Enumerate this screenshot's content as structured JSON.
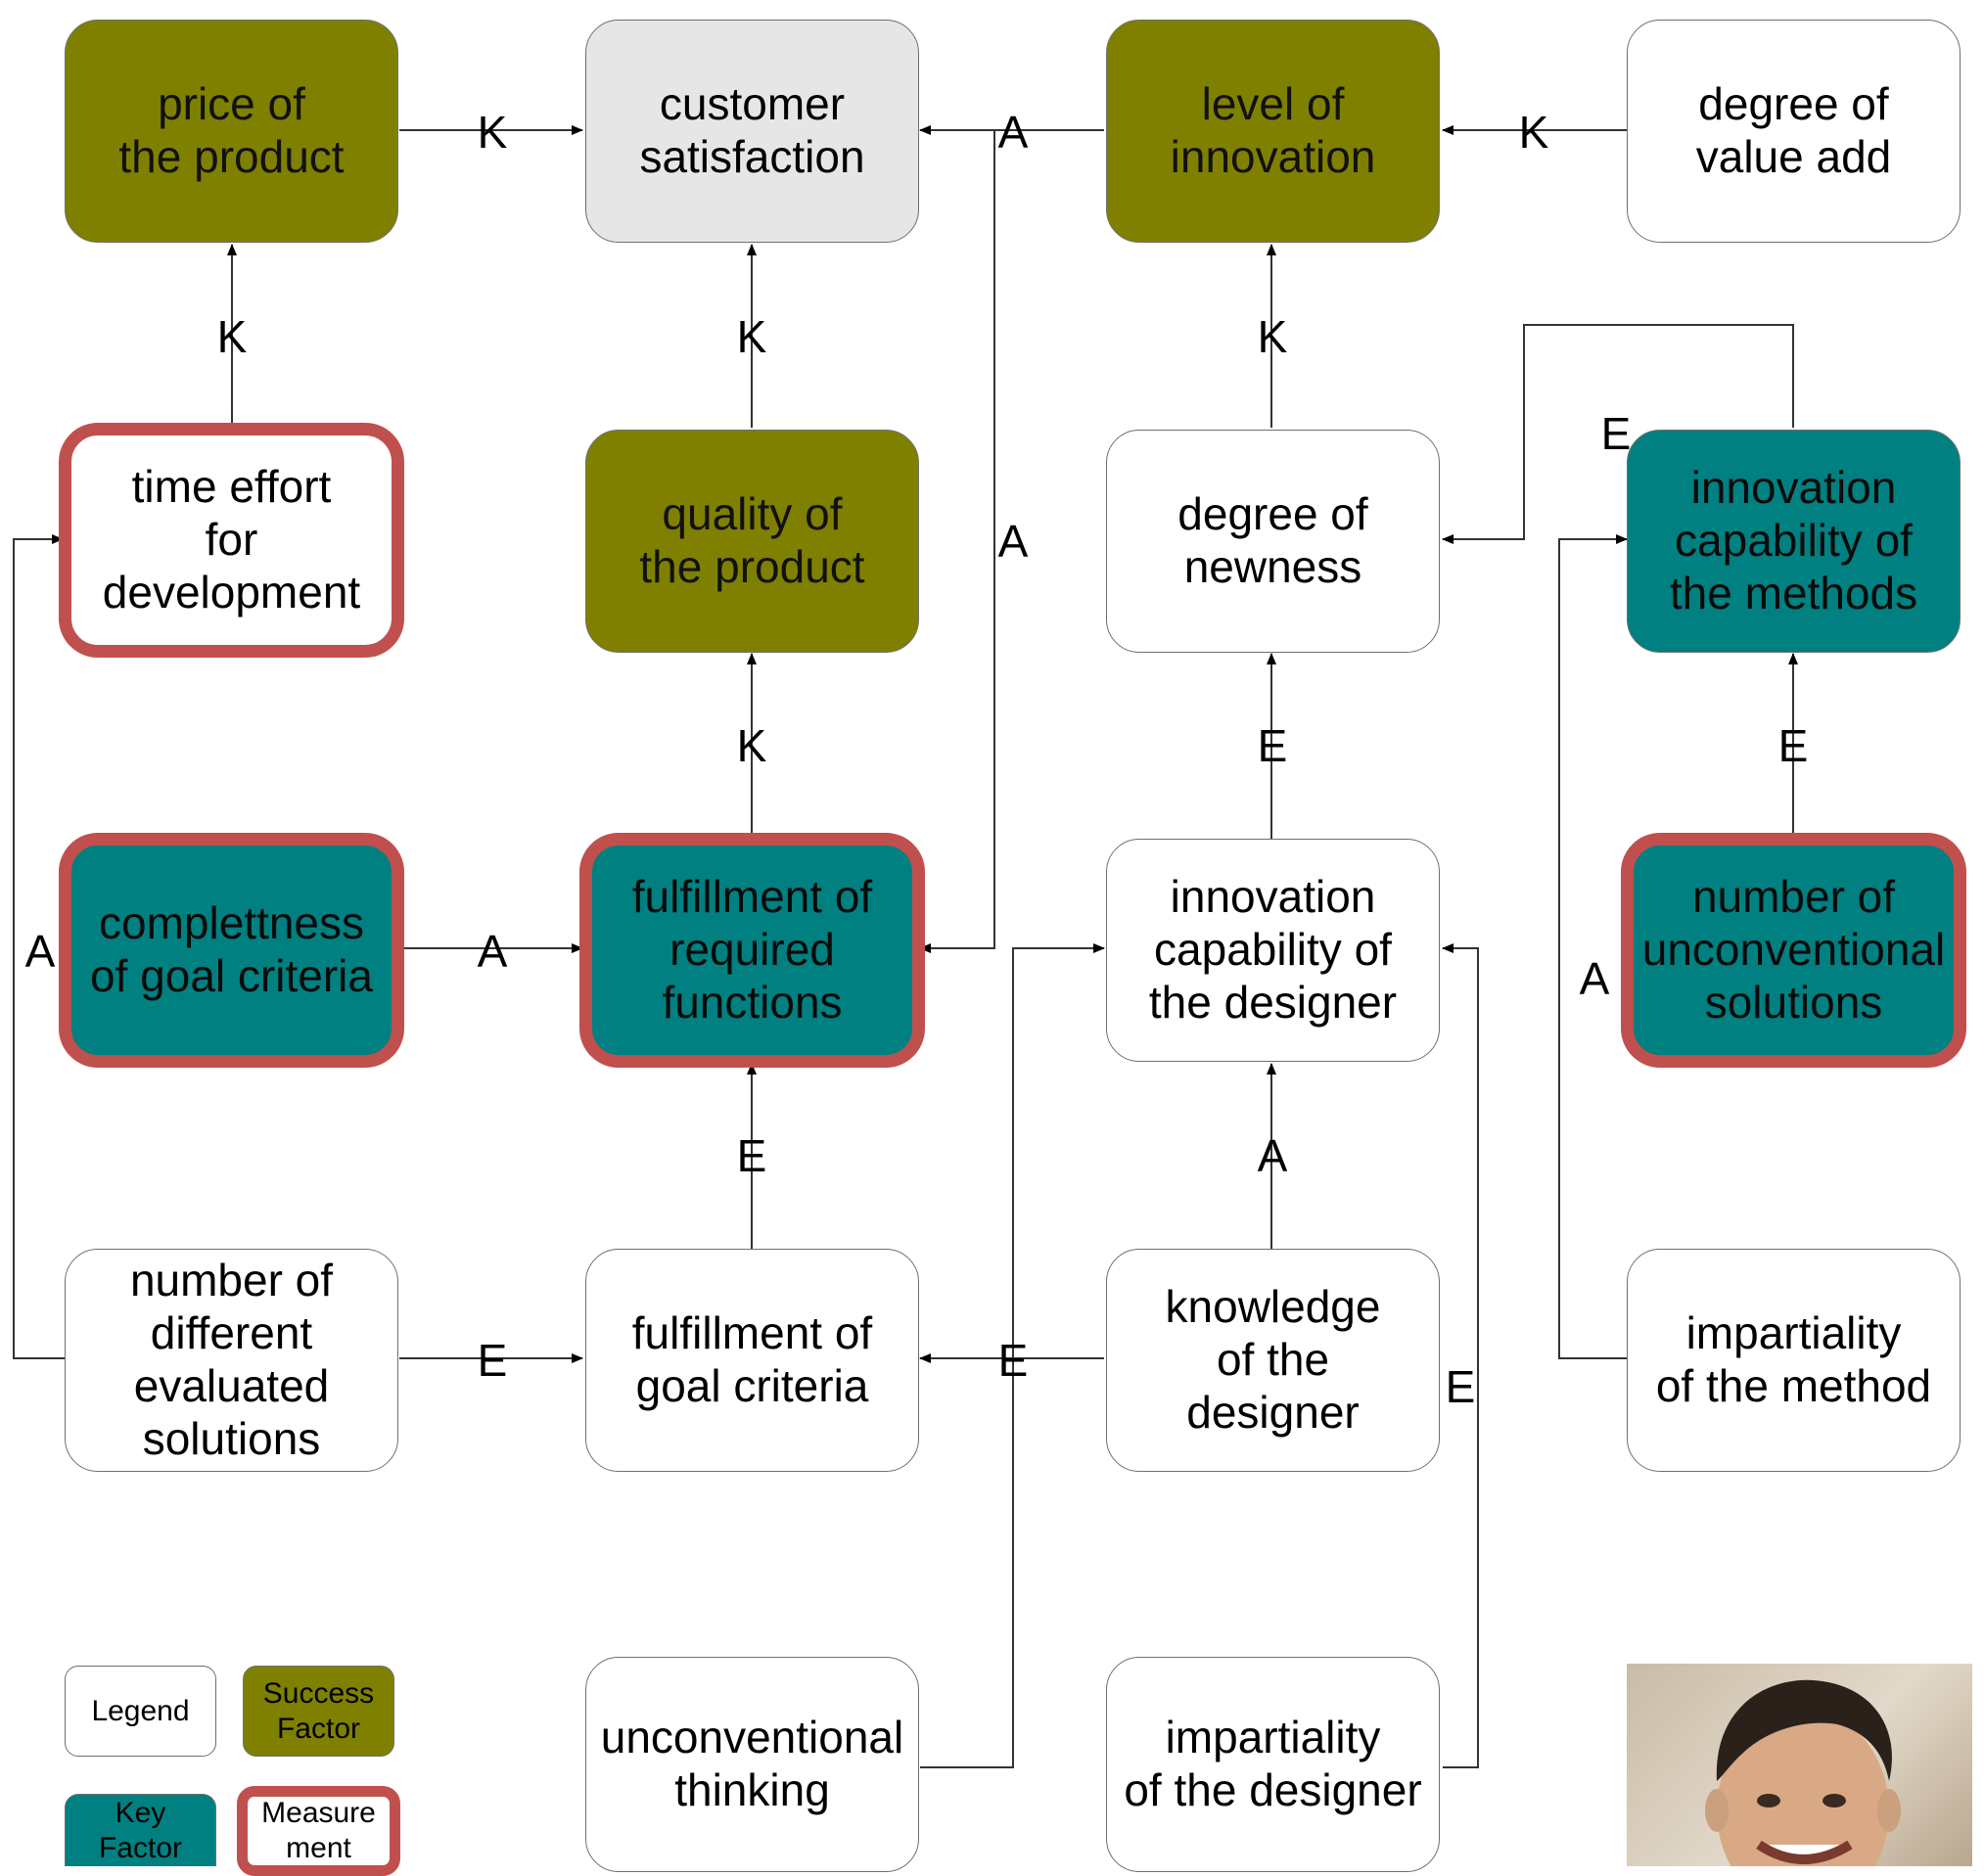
{
  "nodes": {
    "price": "price of\nthe product",
    "customer_satisfaction": "customer\nsatisfaction",
    "level_innovation": "level of\ninnovation",
    "value_add": "degree of\nvalue add",
    "time_effort": "time effort\nfor\ndevelopment",
    "quality": "quality of\nthe product",
    "newness": "degree of\nnewness",
    "innov_methods": "innovation\ncapability of\nthe methods",
    "completeness": "complettness\nof goal criteria",
    "fulfill_functions": "fulfillment of\nrequired\nfunctions",
    "innov_designer": "innovation\ncapability of\nthe designer",
    "unconventional_solutions": "number of\nunconventional\nsolutions",
    "evaluated_solutions": "number of\ndifferent\nevaluated\nsolutions",
    "fulfill_goal": "fulfillment of\ngoal criteria",
    "knowledge": "knowledge\nof the\ndesigner",
    "impartiality_method": "impartiality\nof the method",
    "unconventional_thinking": "unconventional\nthinking",
    "impartiality_designer": "impartiality\nof the designer"
  },
  "edge_labels": {
    "price_to_cs": "K",
    "level_to_cs": "A",
    "value_to_level": "K",
    "time_to_price": "K",
    "quality_to_cs": "K",
    "newness_to_level": "K",
    "methods_to_newness": "E",
    "functions_to_quality": "K",
    "functions_to_cs": "A",
    "designer_to_newness": "E",
    "unconv_to_methods": "E",
    "completeness_to_functions": "A",
    "evaluated_to_time": "A",
    "goal_to_functions": "E",
    "knowledge_to_designer": "A",
    "impartiality_method_to_methods": "A",
    "evaluated_to_goal": "E",
    "knowledge_to_goal": "E",
    "impartiality_designer_to_designer": "E"
  },
  "legend": {
    "title": "Legend",
    "success": "Success\nFactor",
    "key": "Key\nFactor",
    "measurement": "Measure\nment"
  },
  "colors": {
    "success_factor": "#808000",
    "key_factor": "#008080",
    "measurement_border": "#c0504d",
    "neutral": "#e6e6e6"
  }
}
